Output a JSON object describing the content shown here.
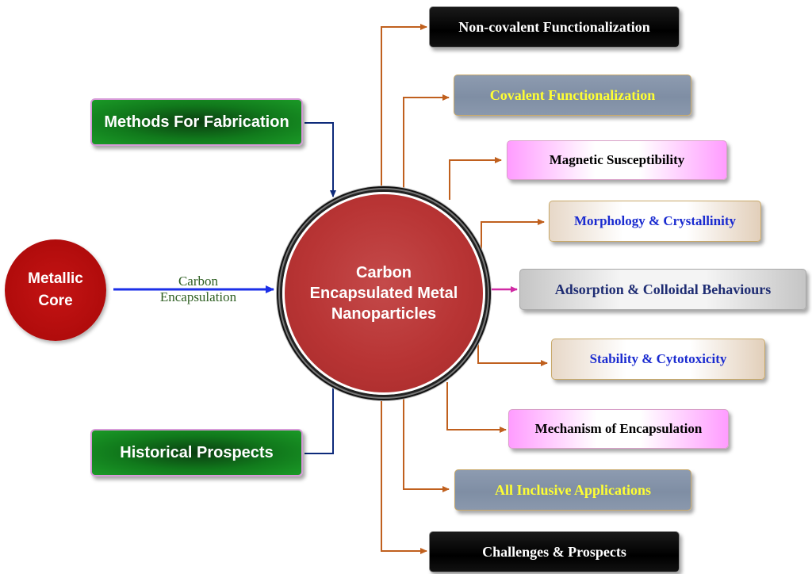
{
  "center": {
    "lines": [
      "Carbon",
      "Encapsulated Metal",
      "Nanoparticles"
    ]
  },
  "source": {
    "lines": [
      "Metallic",
      "Core"
    ]
  },
  "edge_label": {
    "lines": [
      "Carbon",
      "Encapsulation"
    ]
  },
  "left_nodes": {
    "fabrication": "Methods For Fabrication",
    "historical": "Historical Prospects"
  },
  "right_nodes": {
    "noncovalent": "Non-covalent Functionalization",
    "covalent": "Covalent Functionalization",
    "magnetic": "Magnetic Susceptibility",
    "morphology": "Morphology  & Crystallinity",
    "adsorption": "Adsorption  & Colloidal  Behaviours",
    "stability": "Stability  & Cytotoxicity",
    "mechanism": "Mechanism  of Encapsulation",
    "applications": "All Inclusive  Applications",
    "challenges": "Challenges & Prospects"
  },
  "colors": {
    "branch": "#c0601e",
    "navy": "#0d2a7a",
    "blue": "#1b2fe8",
    "magenta": "#d02aa4",
    "hub": "#b83434",
    "core": "#b40e0e"
  }
}
